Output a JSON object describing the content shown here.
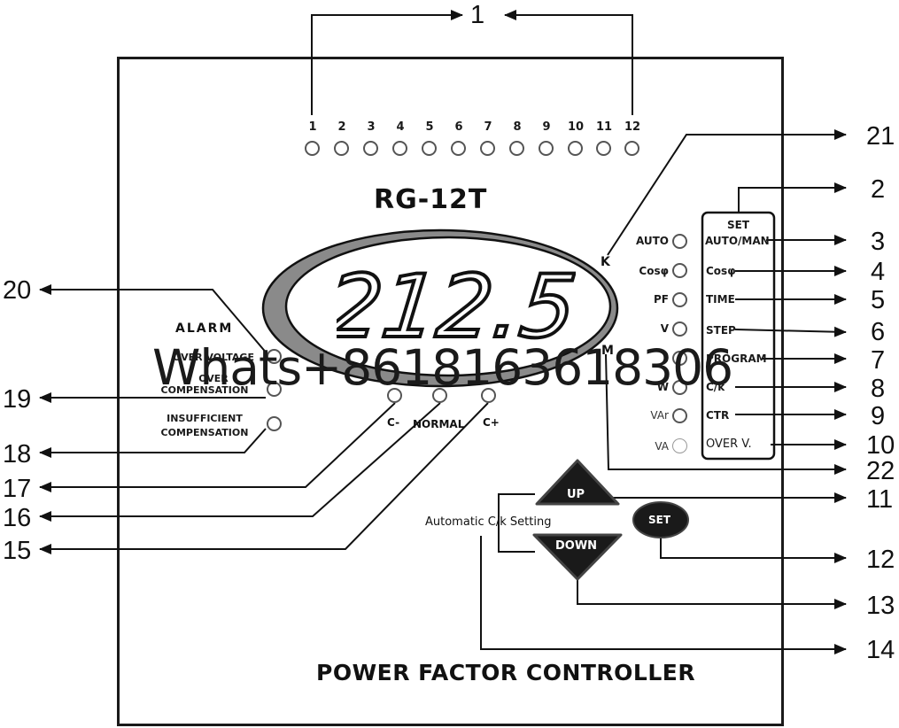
{
  "callouts": {
    "c1": "1",
    "c2": "2",
    "c3": "3",
    "c4": "4",
    "c5": "5",
    "c6": "6",
    "c7": "7",
    "c8": "8",
    "c9": "9",
    "c10": "10",
    "c11": "11",
    "c12": "12",
    "c13": "13",
    "c14": "14",
    "c15": "15",
    "c16": "16",
    "c17": "17",
    "c18": "18",
    "c19": "19",
    "c20": "20",
    "c21": "21",
    "c22": "22"
  },
  "step_leds": [
    "1",
    "2",
    "3",
    "4",
    "5",
    "6",
    "7",
    "8",
    "9",
    "10",
    "11",
    "12"
  ],
  "model": "RG-12T",
  "display_value": "212.5",
  "indicator_labels": {
    "auto": "AUTO",
    "cos": "Cosφ",
    "pf": "PF",
    "v": "V",
    "i": "I",
    "w": "W",
    "var": "VAr",
    "va": "VA"
  },
  "k_label": "K",
  "m_label": "M",
  "set_box": {
    "title": "SET",
    "items": [
      "AUTO/MAN",
      "Cosφ",
      "TIME",
      "STEP",
      "PROGRAM",
      "C/k",
      "CTR",
      "OVER V."
    ]
  },
  "alarm": {
    "title": "ALARM",
    "over_voltage": "OVER VOLTAGE",
    "over": "OVER",
    "compensation": "COMPENSATION",
    "insufficient": "INSUFFICIENT",
    "insufficient_comp": "COMPENSATION"
  },
  "status_leds": {
    "c_minus": "C-",
    "normal": "NORMAL",
    "c_plus": "C+"
  },
  "buttons": {
    "up": "UP",
    "down": "DOWN",
    "set": "SET"
  },
  "auto_setting": "Automatic C/k Setting",
  "footer": "POWER FACTOR CONTROLLER",
  "watermark": "Whats+8618163618306",
  "icons": [
    "arrow-head-icon",
    "led-indicator-icon"
  ]
}
